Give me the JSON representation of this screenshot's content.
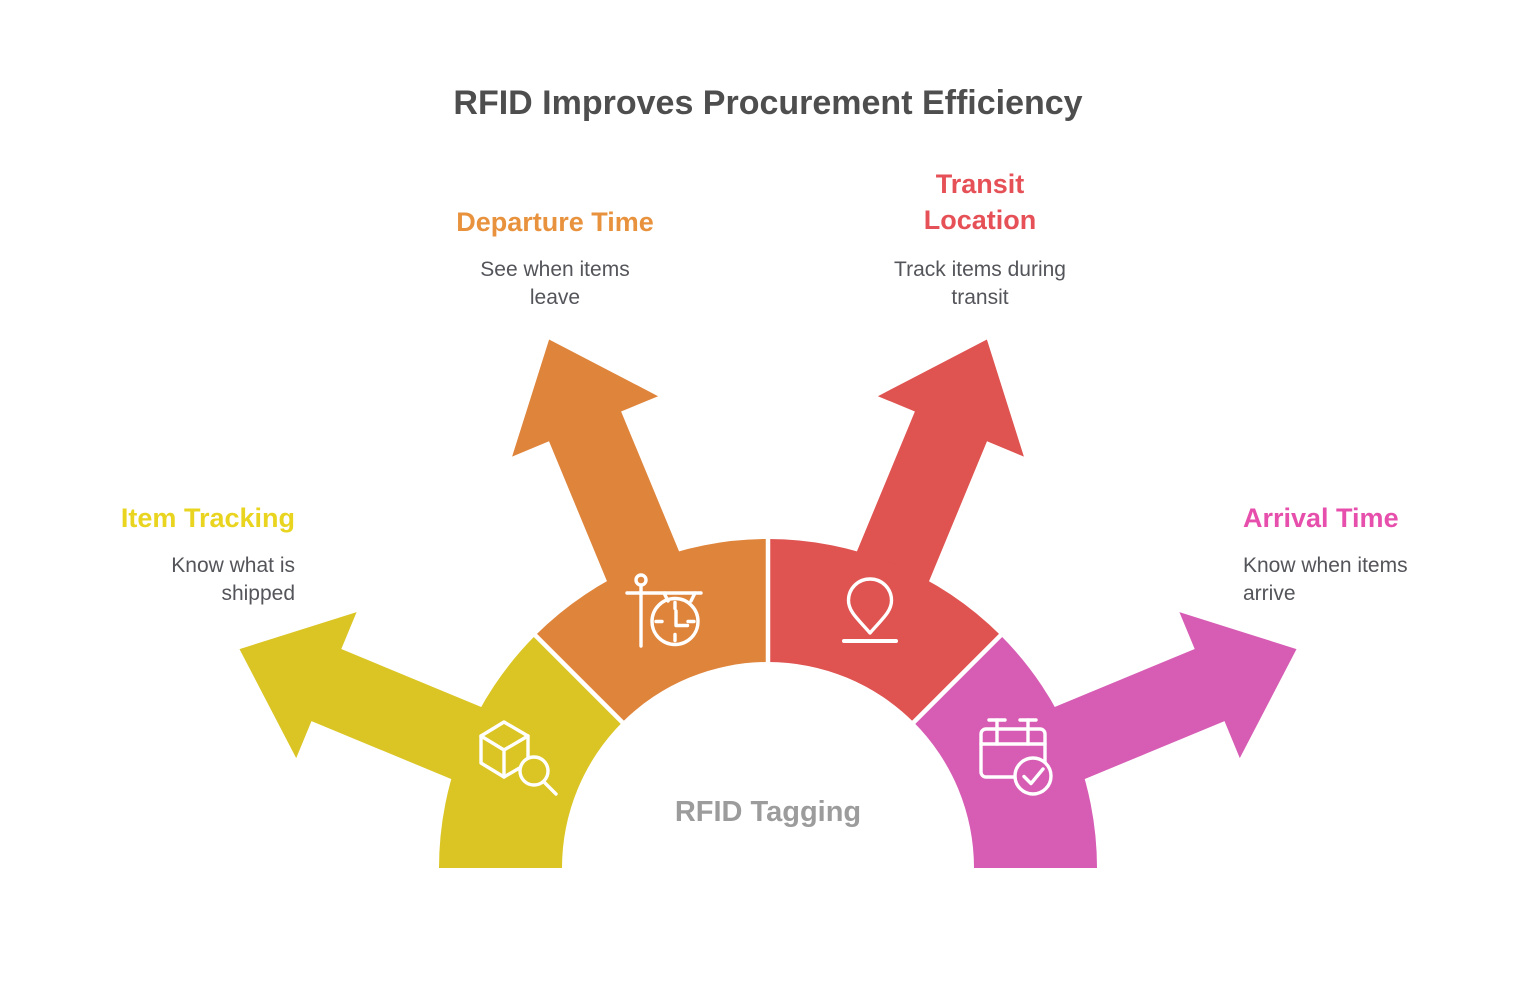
{
  "title": "RFID Improves Procurement Efficiency",
  "center_label": "RFID Tagging",
  "colors": {
    "title": "#4E4E4E",
    "body": "#54555A",
    "center": "#9C9C9C",
    "separator": "#FFFFFF",
    "icon_stroke": "#FFFFFF"
  },
  "sections": [
    {
      "id": "item-tracking",
      "title": "Item Tracking",
      "description": "Know what is shipped",
      "color": "#DAC524",
      "label_color": "#E9D41F",
      "icon": "box-search-icon"
    },
    {
      "id": "departure-time",
      "title": "Departure Time",
      "description": "See when items leave",
      "color": "#DF843B",
      "label_color": "#E8923E",
      "icon": "station-clock-icon"
    },
    {
      "id": "transit-location",
      "title": "Transit Location",
      "description": "Track items during transit",
      "color": "#DF5350",
      "label_color": "#E65057",
      "icon": "location-pin-icon"
    },
    {
      "id": "arrival-time",
      "title": "Arrival Time",
      "description": "Know when items arrive",
      "color": "#D65CB4",
      "label_color": "#E74FAC",
      "icon": "calendar-check-icon"
    }
  ]
}
